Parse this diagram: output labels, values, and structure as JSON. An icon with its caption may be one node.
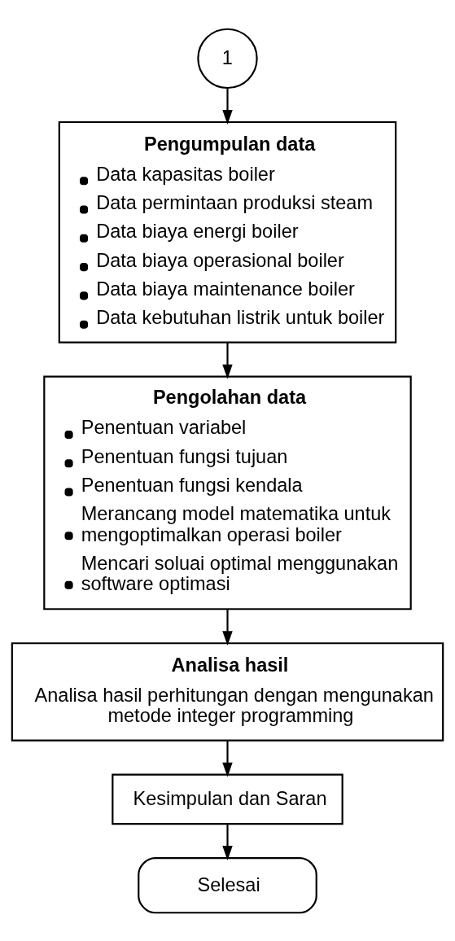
{
  "diagram": {
    "nodes": [
      {
        "text": [
          "1"
        ]
      },
      {
        "text": [
          "Pengumpulan data",
          "Data kapasitas boiler",
          "Data permintaan produksi steam",
          "Data biaya energi boiler",
          "Data biaya operasional boiler",
          "Data biaya maintenance boiler",
          "Data kebutuhan listrik untuk boiler"
        ]
      },
      {
        "text": [
          "Pengolahan data",
          "Penentuan variabel",
          "Penentuan fungsi tujuan",
          "Penentuan fungsi kendala",
          "Merancang model matematika untuk mengoptimalkan operasi boiler",
          "Mencari soluai optimal menggunakan software optimasi"
        ]
      },
      {
        "text": [
          "Analisa hasil",
          "Analisa hasil perhitungan dengan mengunakan metode integer programming"
        ]
      },
      {
        "text": [
          "Kesimpulan dan Saran"
        ]
      },
      {
        "text": [
          "Selesai"
        ]
      }
    ],
    "edges": [
      {
        "from": 0,
        "to": 1,
        "arrow": "to"
      },
      {
        "from": 1,
        "to": 2,
        "arrow": "to"
      },
      {
        "from": 2,
        "to": 3,
        "arrow": "to"
      },
      {
        "from": 3,
        "to": 4,
        "arrow": "to"
      },
      {
        "from": 4,
        "to": 5,
        "arrow": "to"
      }
    ]
  }
}
